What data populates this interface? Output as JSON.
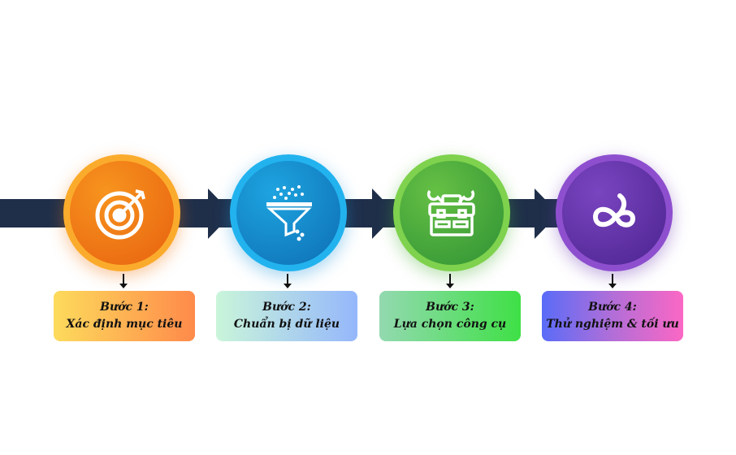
{
  "steps": [
    {
      "title": "Bước 1:",
      "label": "Xác định mục tiêu",
      "icon": "target-icon",
      "color": "#f07a1a"
    },
    {
      "title": "Bước 2:",
      "label": "Chuẩn bị dữ liệu",
      "icon": "funnel-icon",
      "color": "#1a8fd6"
    },
    {
      "title": "Bước 3:",
      "label": "Lựa chọn công cụ",
      "icon": "toolbox-icon",
      "color": "#4caf3a"
    },
    {
      "title": "Bước 4:",
      "label": "Thử nghiệm & tối ưu",
      "icon": "infinity-loop-icon",
      "color": "#6a35b0"
    }
  ]
}
